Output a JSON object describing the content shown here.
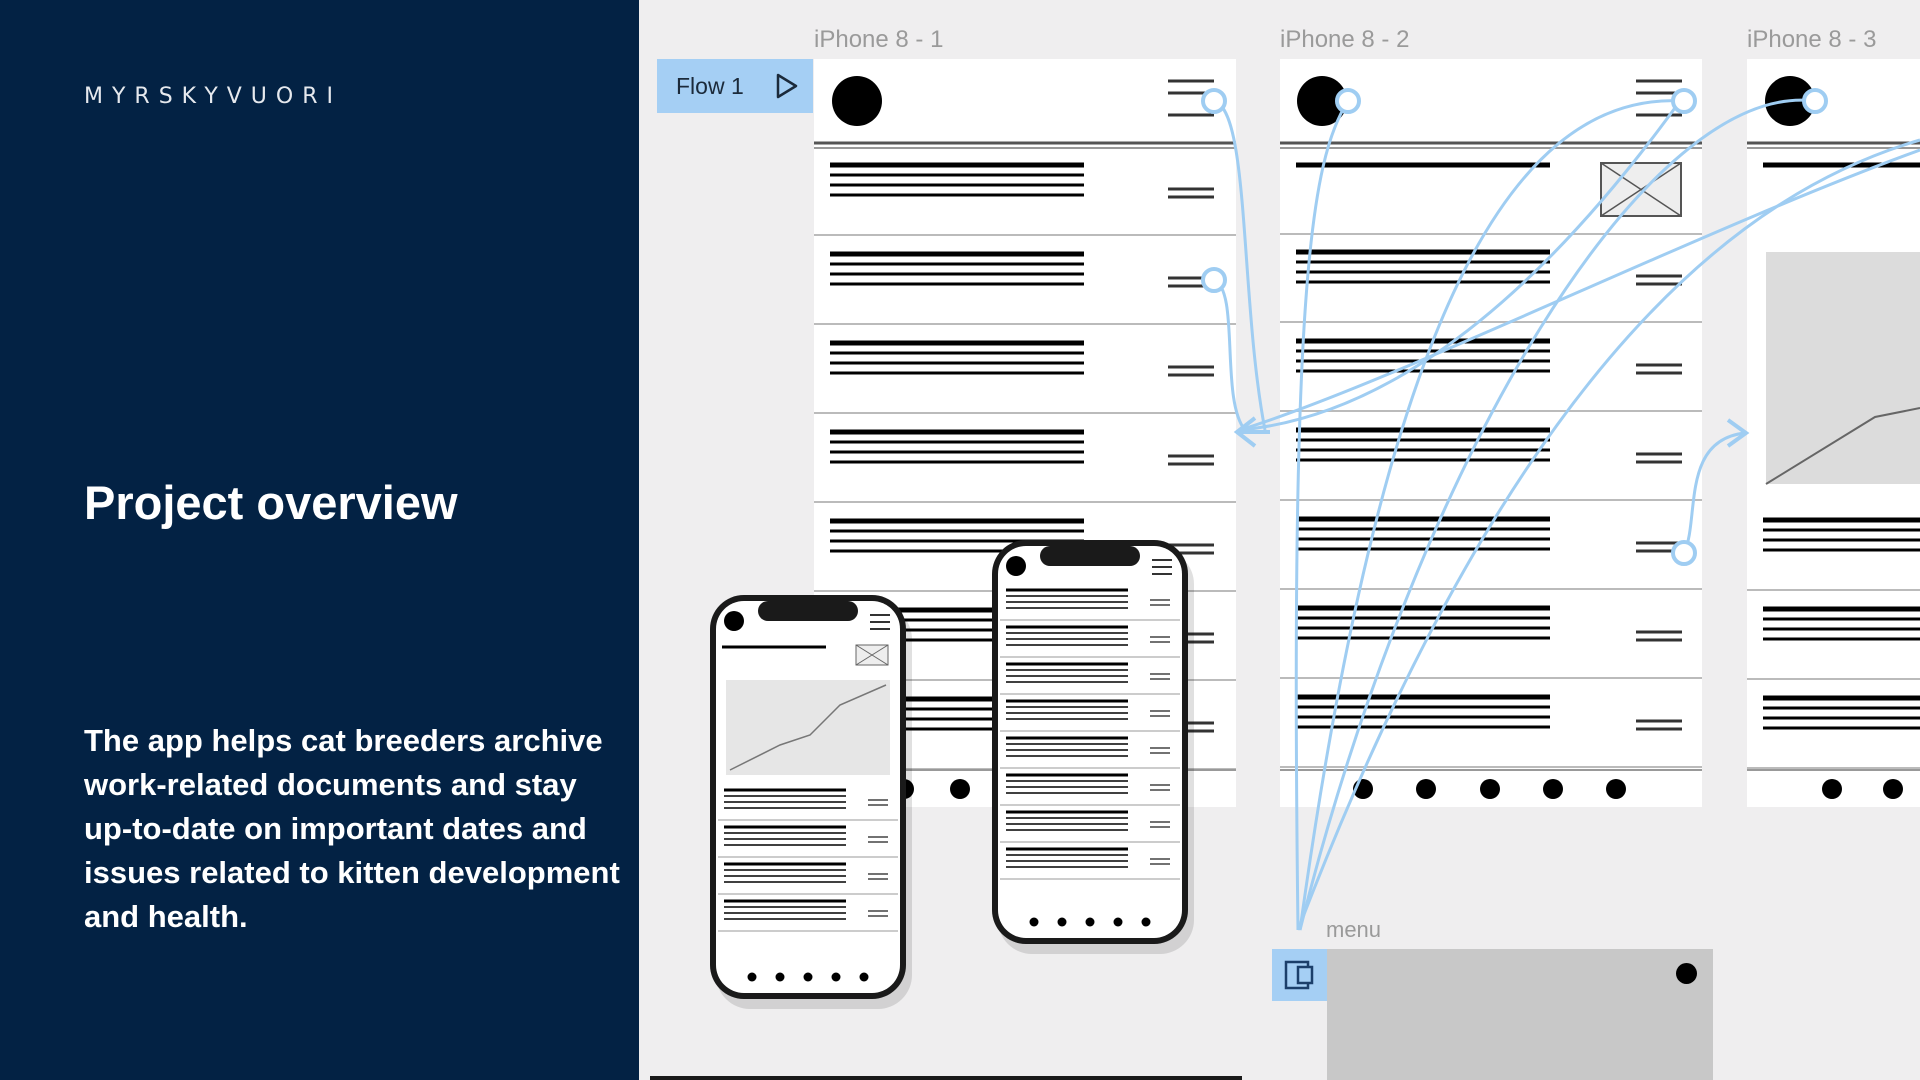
{
  "brand": "MYRSKYVUORI",
  "title": "Project overview",
  "description": "The app helps cat breeders archive work-related documents and stay up-to-date on important dates and issues related to kitten development and health.",
  "canvas": {
    "frames": [
      {
        "label": "iPhone 8 - 1"
      },
      {
        "label": "iPhone 8 - 2"
      },
      {
        "label": "iPhone 8 - 3"
      }
    ],
    "flow_button": {
      "label": "Flow 1",
      "icon": "play-icon"
    },
    "menu_frame": {
      "label": "menu"
    },
    "device_icon": "device-preview-icon"
  },
  "colors": {
    "panel": "#032244",
    "canvas": "#efeeef",
    "link": "#9fcdf2",
    "flow_chip": "#a5cff4"
  }
}
